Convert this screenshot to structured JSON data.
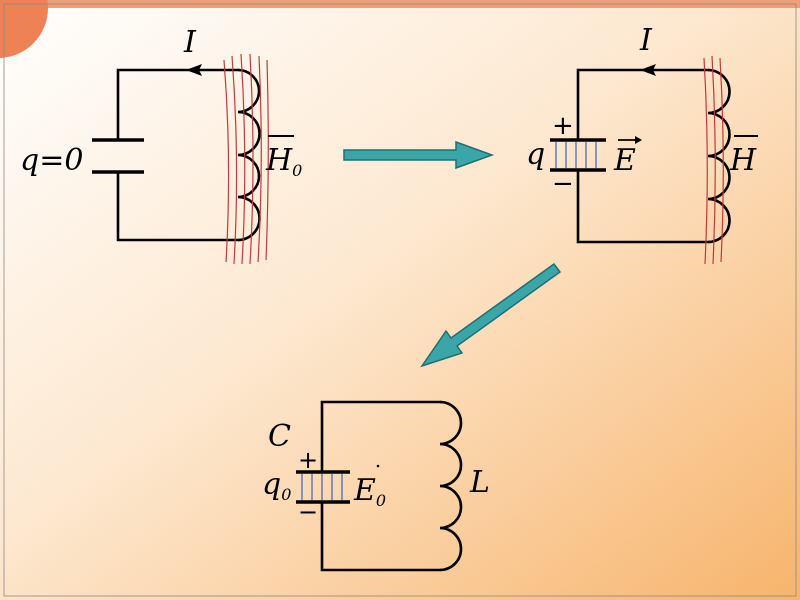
{
  "colors": {
    "background_light": "#ffffff",
    "background_warm": "#f7b46c",
    "top_stripe": "#f0a079",
    "corner_circle": "#ef8254",
    "wire": "#000000",
    "magnetic_field_lines": "#c23a3a",
    "electric_field_lines": "#2b57b8",
    "arrow_fill": "#3aa6a8",
    "arrow_stroke": "#1f6f72"
  },
  "circuit1": {
    "current_label": "I",
    "charge_label": "q=0",
    "field_label": "H",
    "field_subscript": "0"
  },
  "circuit2": {
    "current_label": "I",
    "charge_label": "q",
    "plus_sign": "+",
    "minus_sign": "−",
    "efield_label": "E",
    "field_label": "H"
  },
  "circuit3": {
    "capacitor_label": "C",
    "charge_label": "q",
    "charge_subscript": "0",
    "plus_sign": "+",
    "minus_sign": "−",
    "efield_label": "E",
    "efield_subscript": "0",
    "inductor_label": "L"
  }
}
